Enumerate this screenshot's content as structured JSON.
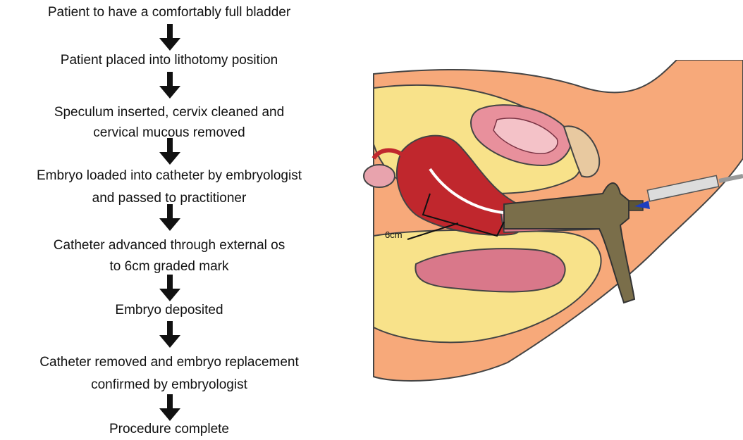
{
  "flowchart": {
    "steps": [
      "Patient to have a comfortably full bladder",
      "Patient placed into lithotomy position",
      "Speculum inserted, cervix cleaned and\ncervical mucous removed",
      "Embryo loaded into catheter by embryologist\nand passed to practitioner",
      "Catheter advanced through external os\nto 6cm graded mark",
      "Embryo deposited",
      "Catheter removed and embryo replacement\nconfirmed by embryologist",
      "Procedure complete"
    ]
  },
  "illustration": {
    "measurement_label": "6cm",
    "colors": {
      "skin": "#f7a97a",
      "fat": "#f8e28a",
      "uterus": "#c0272d",
      "rectum": "#d9788a",
      "bladder_inner": "#f4c2c8",
      "speculum": "#7a6e4a",
      "syringe_tip": "#1f3fbf"
    }
  }
}
